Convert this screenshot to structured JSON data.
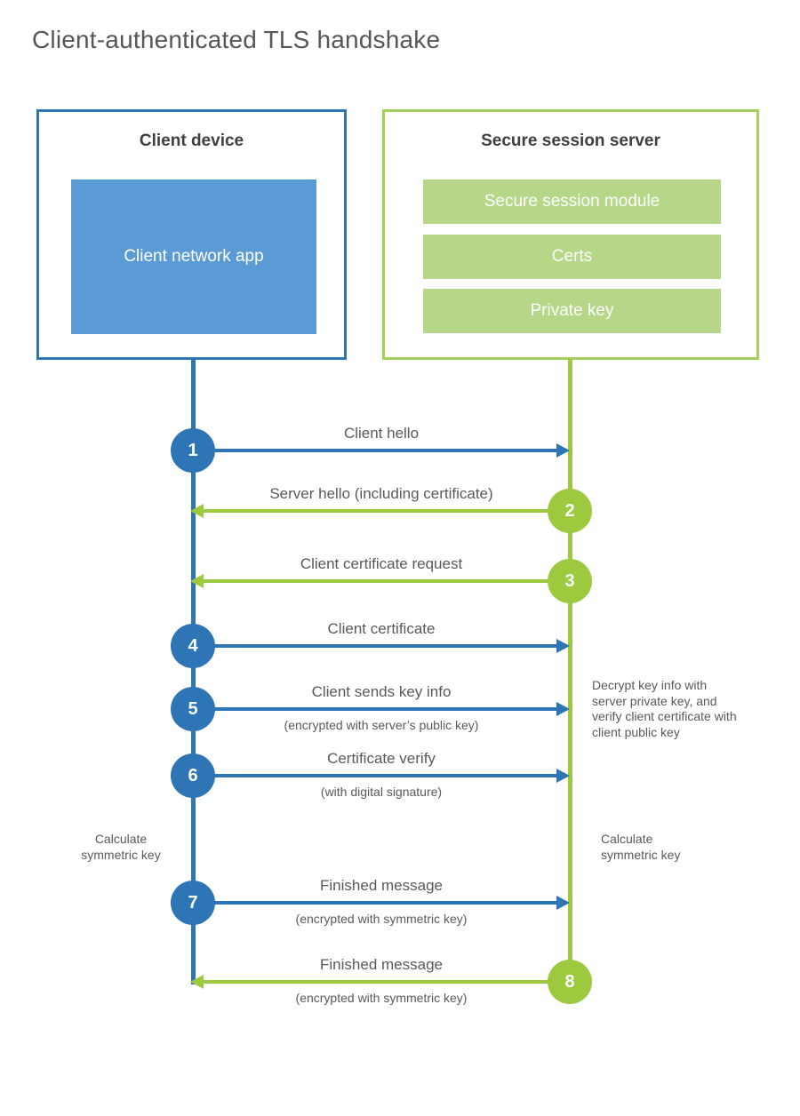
{
  "title": "Client-authenticated TLS handshake",
  "client": {
    "title": "Client device",
    "app": "Client network app"
  },
  "server": {
    "title": "Secure session server",
    "modules": [
      "Secure session module",
      "Certs",
      "Private key"
    ]
  },
  "steps": [
    {
      "num": "1",
      "label": "Client hello",
      "direction": "client-to-server"
    },
    {
      "num": "2",
      "label": "Server hello (including certificate)",
      "direction": "server-to-client"
    },
    {
      "num": "3",
      "label": "Client certificate request",
      "direction": "server-to-client"
    },
    {
      "num": "4",
      "label": "Client certificate",
      "direction": "client-to-server"
    },
    {
      "num": "5",
      "label": "Client sends key info",
      "sub": "(encrypted with server’s public key)",
      "direction": "client-to-server"
    },
    {
      "num": "6",
      "label": "Certificate verify",
      "sub": "(with digital signature)",
      "direction": "client-to-server"
    },
    {
      "num": "7",
      "label": "Finished message",
      "sub": "(encrypted with symmetric key)",
      "direction": "client-to-server"
    },
    {
      "num": "8",
      "label": "Finished message",
      "sub": "(encrypted with symmetric key)",
      "direction": "server-to-client"
    }
  ],
  "annotations": {
    "decrypt_note": "Decrypt key info with server private key, and verify client certificate with client public key",
    "calculate_left": "Calculate symmetric key",
    "calculate_right": "Calculate symmetric key"
  },
  "colors": {
    "blue": "#2e75b6",
    "blue_fill": "#5b9bd5",
    "green": "#9cc93e",
    "green_border": "#a5cf5d",
    "green_fill": "#b5d787"
  }
}
